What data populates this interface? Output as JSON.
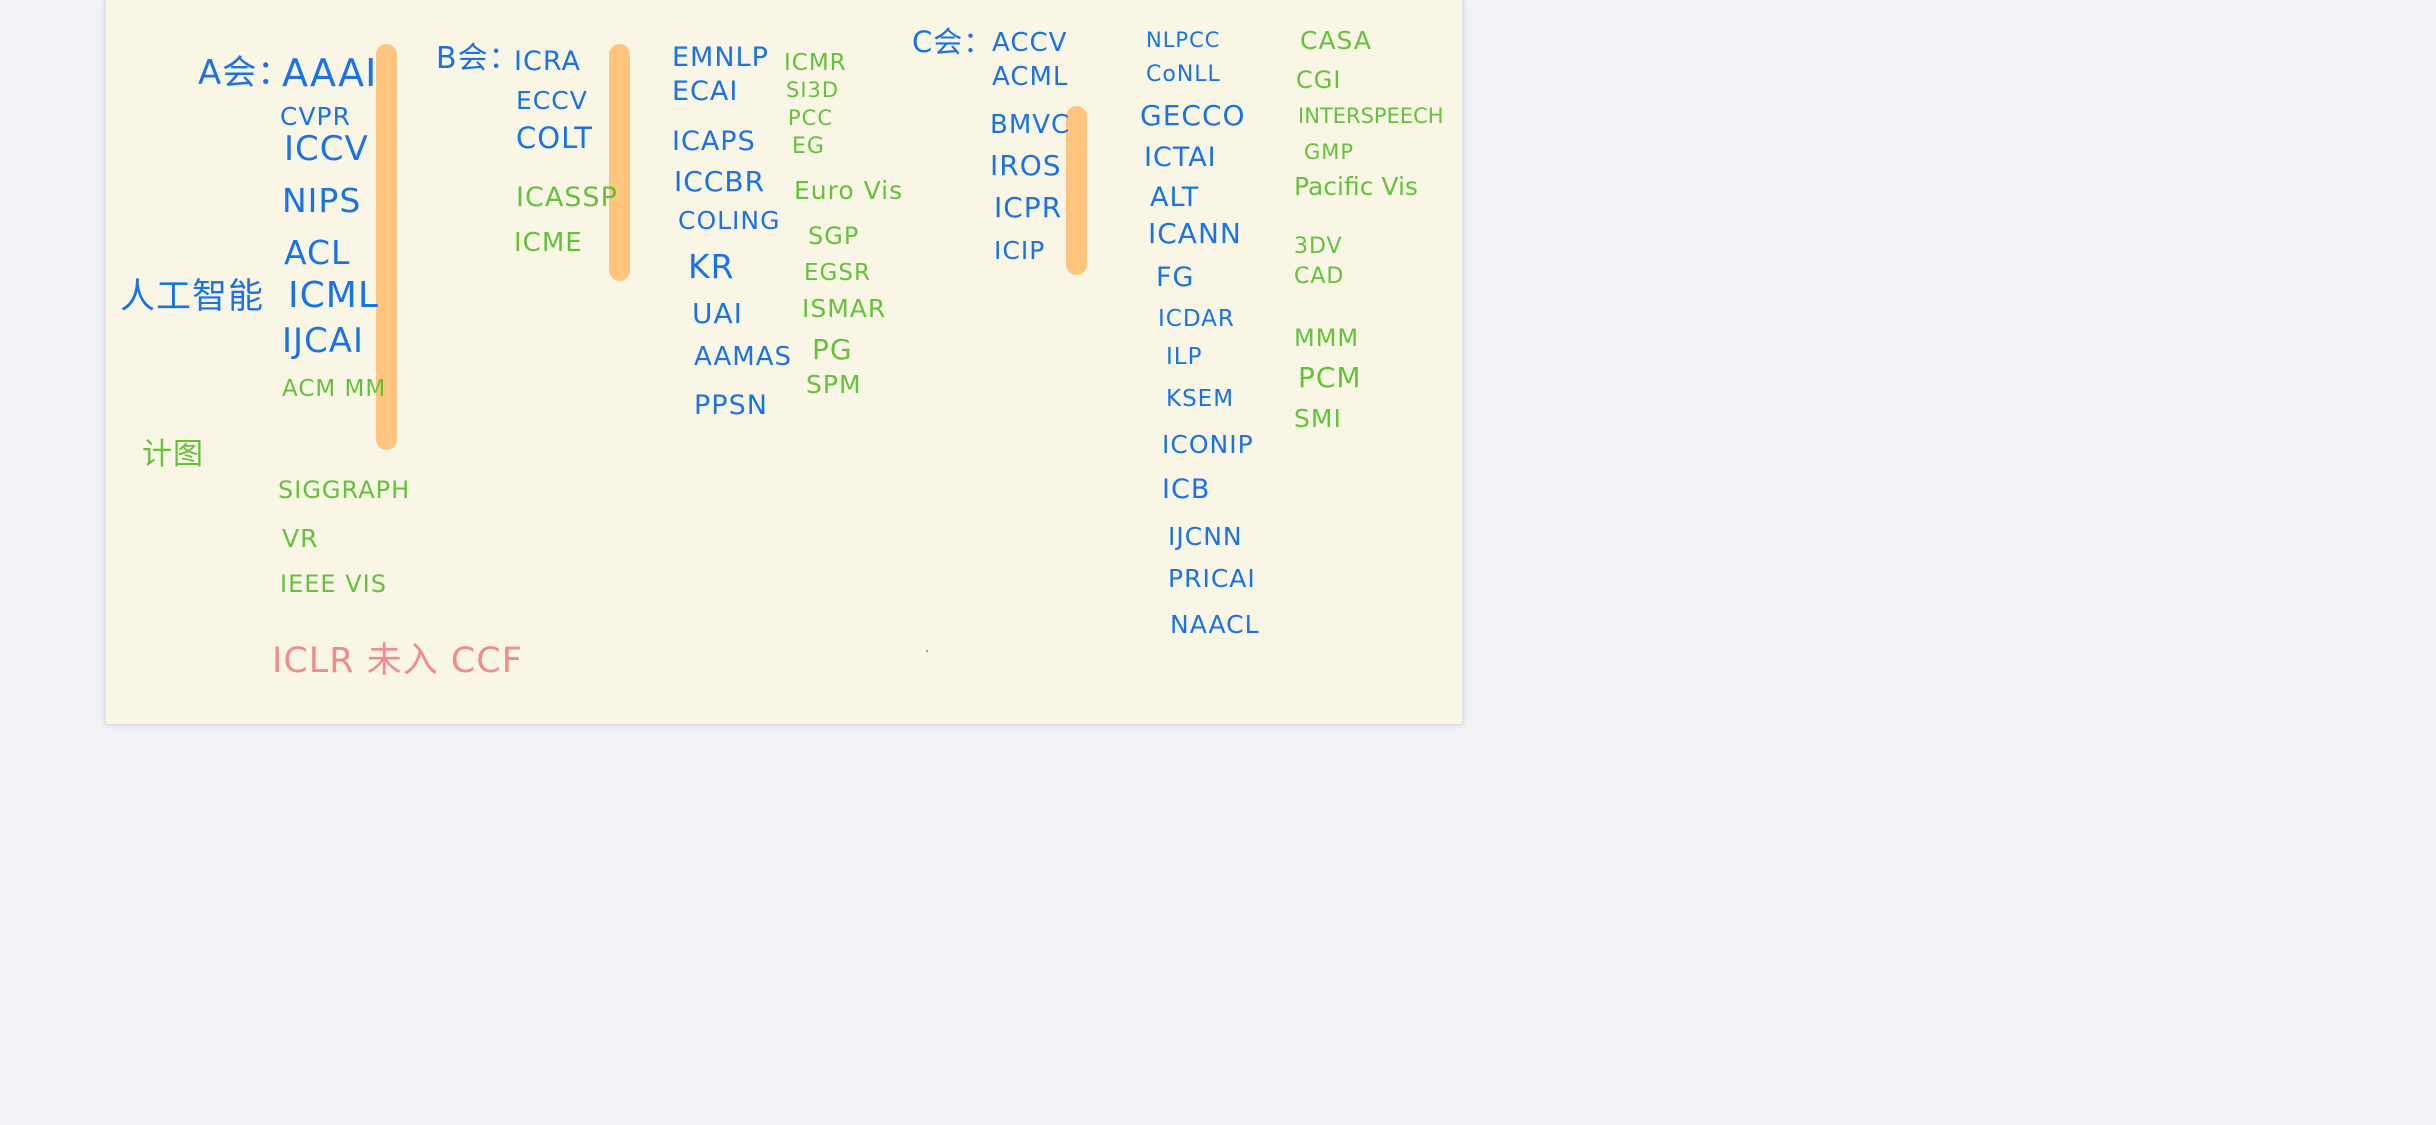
{
  "groups": {
    "a_label": "A会：",
    "b_label": "B会：",
    "c_label": "C会："
  },
  "categories": {
    "ai": "人工智能",
    "cg": "计图"
  },
  "a_ai": [
    "AAAI",
    "CVPR",
    "ICCV",
    "NIPS",
    "ACL",
    "ICML",
    "IJCAI"
  ],
  "a_cg": [
    "ACM MM",
    "SIGGRAPH",
    "VR",
    "IEEE VIS"
  ],
  "b_ai_col1": [
    "ICRA",
    "ECCV",
    "COLT"
  ],
  "b_cg_col1": [
    "ICASSP",
    "ICME"
  ],
  "b_ai_col2": [
    "EMNLP",
    "ECAI",
    "ICAPS",
    "ICCBR",
    "COLING",
    "KR",
    "UAI",
    "AAMAS",
    "PPSN"
  ],
  "b_cg_col3": [
    "ICMR",
    "SI3D",
    "PCC",
    "EG",
    "Euro Vis",
    "SGP",
    "EGSR",
    "ISMAR",
    "PG",
    "SPM"
  ],
  "c_ai_col1": [
    "ACCV",
    "ACML",
    "BMVC",
    "IROS",
    "ICPR",
    "ICIP"
  ],
  "c_ai_col2": [
    "NLPCC",
    "CoNLL",
    "GECCO",
    "ICTAI",
    "ALT",
    "ICANN",
    "FG",
    "ICDAR",
    "ILP",
    "KSEM",
    "ICONIP",
    "ICB",
    "IJCNN",
    "PRICAI",
    "NAACL"
  ],
  "c_cg_col3": [
    "CASA",
    "CGI",
    "INTERSPEECH",
    "GMP",
    "Pacific Vis",
    "3DV",
    "CAD",
    "MMM",
    "PCM",
    "SMI"
  ],
  "note": "ICLR 未入 CCF",
  "colors": {
    "ai": "#1a72e8",
    "cg": "#63c23a",
    "note": "#f18c8c",
    "highlight": "#ffc47e",
    "paper": "#faf6e6"
  }
}
